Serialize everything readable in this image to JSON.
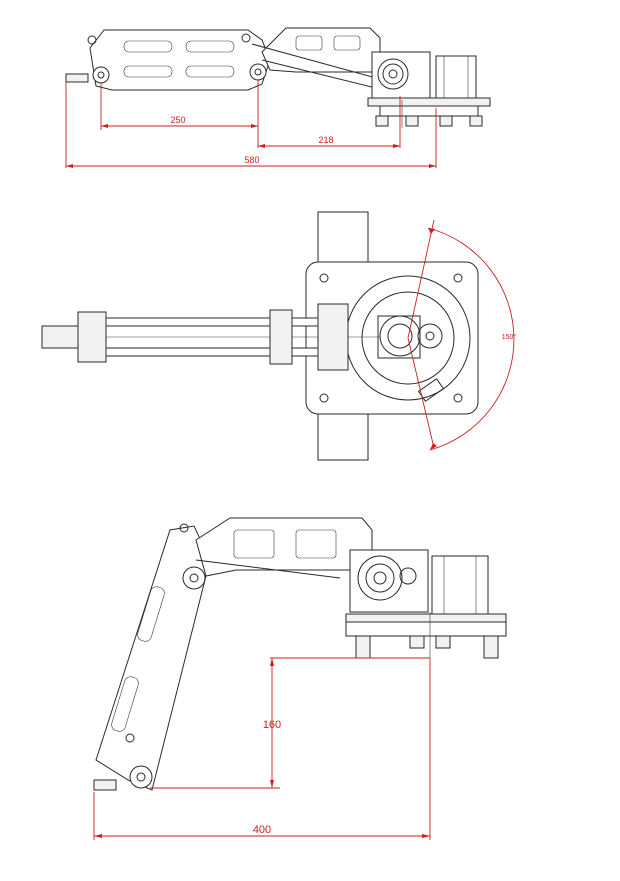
{
  "dimensions": {
    "top_view": {
      "upper_arm_length": "250",
      "forearm_offset": "218",
      "overall_length": "580"
    },
    "plan_view": {
      "rotation_angle": "150°"
    },
    "side_view": {
      "height": "160",
      "reach": "400"
    }
  },
  "colors": {
    "dimension_lines": "#cc1f1f",
    "outline": "#2a2a2a",
    "background": "#ffffff"
  }
}
